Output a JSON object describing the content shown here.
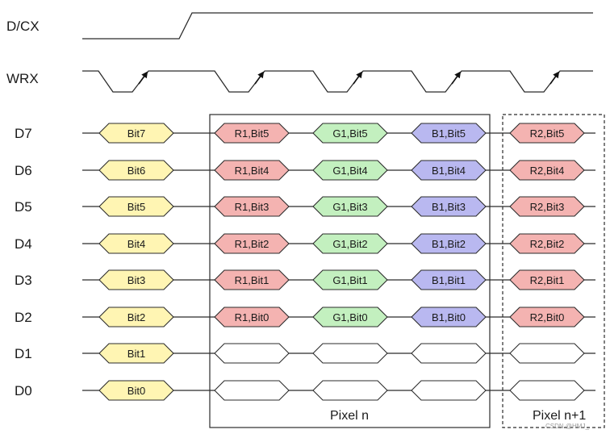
{
  "colors": {
    "line": "#2b2b2b",
    "yellow": "#fff5b3",
    "red": "#f4b3b1",
    "green": "#c3f0bf",
    "blue": "#b9b8f0",
    "empty": "#ffffff"
  },
  "signals": {
    "dcx": "D/CX",
    "wrx": "WRX"
  },
  "data_lines": [
    {
      "label": "D7",
      "cells": [
        {
          "text": "Bit7",
          "color": "yellow"
        },
        {
          "text": "R1,Bit5",
          "color": "red"
        },
        {
          "text": "G1,Bit5",
          "color": "green"
        },
        {
          "text": "B1,Bit5",
          "color": "blue"
        },
        {
          "text": "R2,Bit5",
          "color": "red"
        }
      ]
    },
    {
      "label": "D6",
      "cells": [
        {
          "text": "Bit6",
          "color": "yellow"
        },
        {
          "text": "R1,Bit4",
          "color": "red"
        },
        {
          "text": "G1,Bit4",
          "color": "green"
        },
        {
          "text": "B1,Bit4",
          "color": "blue"
        },
        {
          "text": "R2,Bit4",
          "color": "red"
        }
      ]
    },
    {
      "label": "D5",
      "cells": [
        {
          "text": "Bit5",
          "color": "yellow"
        },
        {
          "text": "R1,Bit3",
          "color": "red"
        },
        {
          "text": "G1,Bit3",
          "color": "green"
        },
        {
          "text": "B1,Bit3",
          "color": "blue"
        },
        {
          "text": "R2,Bit3",
          "color": "red"
        }
      ]
    },
    {
      "label": "D4",
      "cells": [
        {
          "text": "Bit4",
          "color": "yellow"
        },
        {
          "text": "R1,Bit2",
          "color": "red"
        },
        {
          "text": "G1,Bit2",
          "color": "green"
        },
        {
          "text": "B1,Bit2",
          "color": "blue"
        },
        {
          "text": "R2,Bit2",
          "color": "red"
        }
      ]
    },
    {
      "label": "D3",
      "cells": [
        {
          "text": "Bit3",
          "color": "yellow"
        },
        {
          "text": "R1,Bit1",
          "color": "red"
        },
        {
          "text": "G1,Bit1",
          "color": "green"
        },
        {
          "text": "B1,Bit1",
          "color": "blue"
        },
        {
          "text": "R2,Bit1",
          "color": "red"
        }
      ]
    },
    {
      "label": "D2",
      "cells": [
        {
          "text": "Bit2",
          "color": "yellow"
        },
        {
          "text": "R1,Bit0",
          "color": "red"
        },
        {
          "text": "G1,Bit0",
          "color": "green"
        },
        {
          "text": "B1,Bit0",
          "color": "blue"
        },
        {
          "text": "R2,Bit0",
          "color": "red"
        }
      ]
    },
    {
      "label": "D1",
      "cells": [
        {
          "text": "Bit1",
          "color": "yellow"
        },
        {
          "text": "",
          "color": "empty"
        },
        {
          "text": "",
          "color": "empty"
        },
        {
          "text": "",
          "color": "empty"
        },
        {
          "text": "",
          "color": "empty"
        }
      ]
    },
    {
      "label": "D0",
      "cells": [
        {
          "text": "Bit0",
          "color": "yellow"
        },
        {
          "text": "",
          "color": "empty"
        },
        {
          "text": "",
          "color": "empty"
        },
        {
          "text": "",
          "color": "empty"
        },
        {
          "text": "",
          "color": "empty"
        }
      ]
    }
  ],
  "groups": {
    "pixel_n": "Pixel n",
    "pixel_n1": "Pixel n+1"
  },
  "watermark": "CSDN @HMJ_"
}
